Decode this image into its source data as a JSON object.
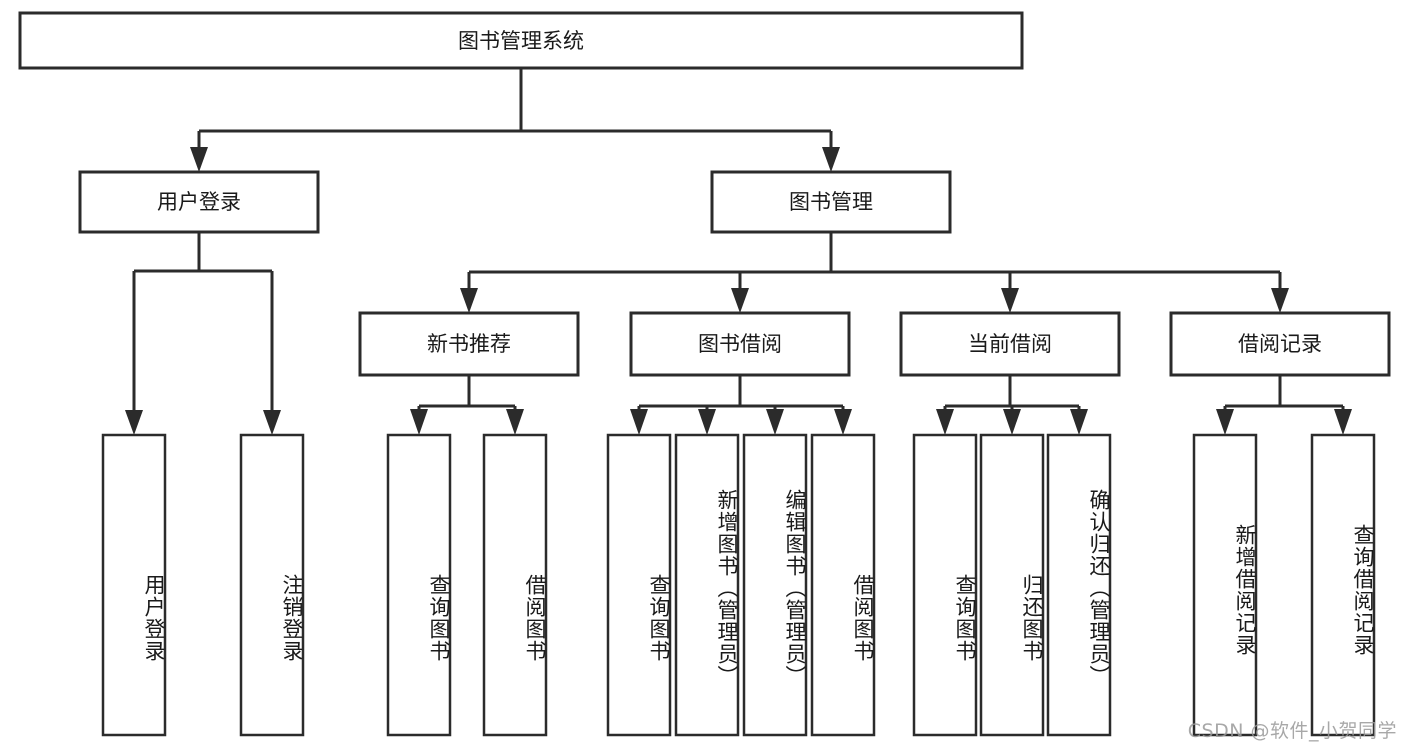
{
  "diagram": {
    "title": "图书管理系统",
    "type": "tree",
    "watermark": "CSDN @软件_小贺同学",
    "colors": {
      "stroke": "#2b2b2b",
      "fill": "#ffffff",
      "text": "#1a1a1a",
      "watermark": "#9a9a9a",
      "background": "#ffffff"
    },
    "levels": [
      {
        "level": 1,
        "nodes": [
          {
            "id": "root",
            "label": "图书管理系统",
            "orientation": "horizontal"
          }
        ]
      },
      {
        "level": 2,
        "nodes": [
          {
            "id": "user-login",
            "label": "用户登录",
            "orientation": "horizontal",
            "parent": "root"
          },
          {
            "id": "book-manage",
            "label": "图书管理",
            "orientation": "horizontal",
            "parent": "root"
          }
        ]
      },
      {
        "level": 3,
        "nodes": [
          {
            "id": "new-book-recommend",
            "label": "新书推荐",
            "orientation": "horizontal",
            "parent": "book-manage"
          },
          {
            "id": "book-borrow",
            "label": "图书借阅",
            "orientation": "horizontal",
            "parent": "book-manage"
          },
          {
            "id": "current-borrow",
            "label": "当前借阅",
            "orientation": "horizontal",
            "parent": "book-manage"
          },
          {
            "id": "borrow-record",
            "label": "借阅记录",
            "orientation": "horizontal",
            "parent": "book-manage"
          }
        ]
      },
      {
        "level": 4,
        "nodes": [
          {
            "id": "leaf-user-login",
            "label": "用户登录",
            "orientation": "vertical",
            "parent": "user-login"
          },
          {
            "id": "leaf-logout",
            "label": "注销登录",
            "orientation": "vertical",
            "parent": "user-login"
          },
          {
            "id": "leaf-query-book-1",
            "label": "查询图书",
            "orientation": "vertical",
            "parent": "new-book-recommend"
          },
          {
            "id": "leaf-borrow-book-1",
            "label": "借阅图书",
            "orientation": "vertical",
            "parent": "new-book-recommend"
          },
          {
            "id": "leaf-query-book-2",
            "label": "查询图书",
            "orientation": "vertical",
            "parent": "book-borrow"
          },
          {
            "id": "leaf-add-book",
            "label": "新增图书（管理员）",
            "orientation": "vertical",
            "parent": "book-borrow"
          },
          {
            "id": "leaf-edit-book",
            "label": "编辑图书（管理员）",
            "orientation": "vertical",
            "parent": "book-borrow"
          },
          {
            "id": "leaf-borrow-book-2",
            "label": "借阅图书",
            "orientation": "vertical",
            "parent": "book-borrow"
          },
          {
            "id": "leaf-query-book-3",
            "label": "查询图书",
            "orientation": "vertical",
            "parent": "current-borrow"
          },
          {
            "id": "leaf-return-book",
            "label": "归还图书",
            "orientation": "vertical",
            "parent": "current-borrow"
          },
          {
            "id": "leaf-confirm-return",
            "label": "确认归还（管理员）",
            "orientation": "vertical",
            "parent": "current-borrow"
          },
          {
            "id": "leaf-add-record",
            "label": "新增借阅记录",
            "orientation": "vertical",
            "parent": "borrow-record"
          },
          {
            "id": "leaf-query-record",
            "label": "查询借阅记录",
            "orientation": "vertical",
            "parent": "borrow-record"
          }
        ]
      }
    ]
  }
}
